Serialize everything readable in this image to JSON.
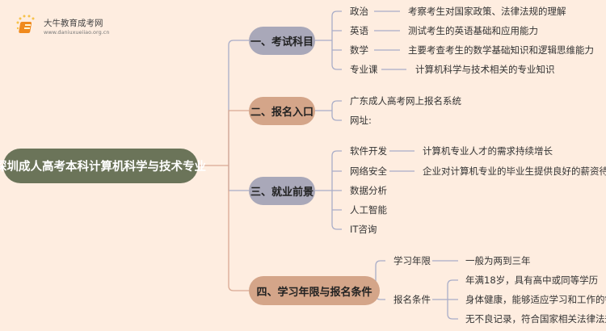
{
  "logo": {
    "name": "大牛教育成考网",
    "url": "www.daniuxueiiao.org.cn"
  },
  "root": "深圳成人高考本科计算机科学与技术专业",
  "sections": [
    {
      "title": "一、考试科目",
      "items": [
        {
          "label": "政治",
          "detail": "考察考生对国家政策、法律法规的理解"
        },
        {
          "label": "英语",
          "detail": "测试考生的英语基础和应用能力"
        },
        {
          "label": "数学",
          "detail": "主要考查考生的数学基础知识和逻辑思维能力"
        },
        {
          "label": "专业课",
          "detail": "计算机科学与技术相关的专业知识"
        }
      ]
    },
    {
      "title": "二、报名入口",
      "items": [
        {
          "label": "广东成人高考网上报名系统"
        },
        {
          "label": "网址:"
        }
      ]
    },
    {
      "title": "三、就业前景",
      "items": [
        {
          "label": "软件开发",
          "detail": "计算机专业人才的需求持续增长"
        },
        {
          "label": "网络安全",
          "detail": "企业对计算机专业的毕业生提供良好的薪资待遇"
        },
        {
          "label": "数据分析"
        },
        {
          "label": "人工智能"
        },
        {
          "label": "IT咨询"
        }
      ]
    },
    {
      "title": "四、学习年限与报名条件",
      "items": [
        {
          "label": "学习年限",
          "detail": "一般为两到三年"
        },
        {
          "label": "报名条件",
          "details": [
            "年满18岁，具有高中或同等学历",
            "身体健康，能够适应学习和工作的需要",
            "无不良记录，符合国家相关法律法规"
          ]
        }
      ]
    }
  ],
  "colors": {
    "bg": "#feede0",
    "root": "#6b7459",
    "lavender": "#a9a8b9",
    "tan": "#d4a589"
  }
}
